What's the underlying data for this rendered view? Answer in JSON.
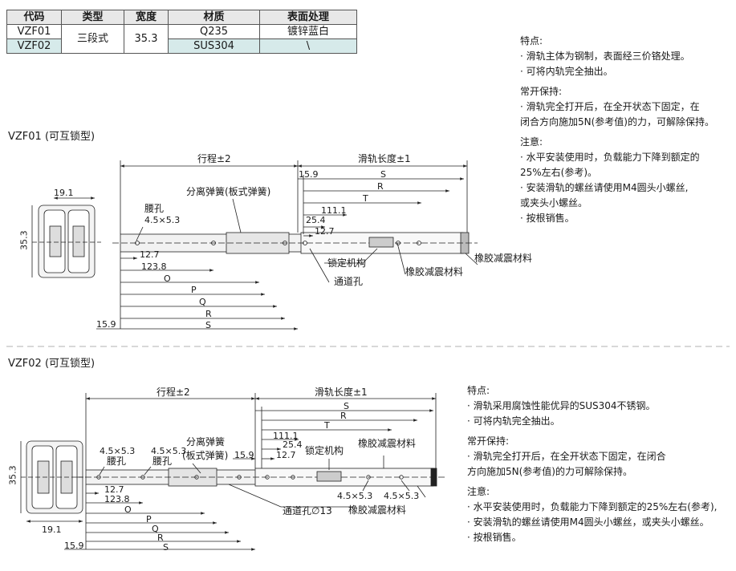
{
  "table": {
    "headers": [
      "代码",
      "类型",
      "宽度",
      "材质",
      "表面处理"
    ],
    "rows": [
      {
        "code": "VZF01",
        "material": "Q235",
        "surface": "镀锌蓝白"
      },
      {
        "code": "VZF02",
        "material": "SUS304",
        "surface": "\\"
      }
    ],
    "type": "三段式",
    "width": "35.3"
  },
  "vzf01": {
    "title": "VZF01 (可互锁型)",
    "notes": [
      {
        "heading": "特点:",
        "items": [
          "· 滑轨主体为钢制，表面经三价铬处理。",
          "· 可将内轨完全抽出。"
        ]
      },
      {
        "heading": "常开保持:",
        "items": [
          "· 滑轨完全打开后，在全开状态下固定，在",
          "   闭合方向施加5N(参考值)的力，可解除保持。"
        ]
      },
      {
        "heading": "注意:",
        "items": [
          "· 水平安装使用时，负载能力下降到额定的",
          "   25%左右(参考)。",
          "· 安装滑轨的螺丝请使用M4圆头小螺丝,",
          "   或夹头小螺丝。",
          "· 按根销售。"
        ]
      }
    ],
    "labels": {
      "stroke": "行程±2",
      "rail_length": "滑轨长度±1",
      "sep_spring": "分离弹簧(板式弹簧)",
      "waist_hole": "腰孔",
      "waist_size": "4.5×5.3",
      "lock": "锁定机构",
      "through_hole": "通道孔",
      "rubber1": "橡胶减震材料",
      "rubber2": "橡胶减震材料",
      "d159": "15.9",
      "dS": "S",
      "dR": "R",
      "dT": "T",
      "d1111": "111.1",
      "d254": "25.4",
      "d127": "12.7",
      "b127": "12.7",
      "b1238": "123.8",
      "bO": "O",
      "bP": "P",
      "bQ": "Q",
      "bR": "R",
      "bS": "S",
      "b159": "15.9",
      "w191": "19.1",
      "h353": "35.3"
    }
  },
  "vzf02": {
    "title": "VZF02 (可互锁型)",
    "notes": [
      {
        "heading": "特点:",
        "items": [
          "· 滑轨采用腐蚀性能优异的SUS304不锈钢。",
          "· 可将内轨完全抽出。"
        ]
      },
      {
        "heading": "常开保持:",
        "items": [
          "· 滑轨完全打开后，在全开状态下固定，在闭合",
          "   方向施加5N(参考值)的力可解除保持。"
        ]
      },
      {
        "heading": "注意:",
        "items": [
          "· 水平安装使用时，负载能力下降到额定的25%左右(参考),",
          "· 安装滑轨的螺丝请使用M4圆头小螺丝，或夹头小螺丝。",
          "· 按根销售。"
        ]
      }
    ],
    "labels": {
      "stroke": "行程±2",
      "rail_length": "滑轨长度±1",
      "sep_spring1": "分离弹簧",
      "sep_spring2": "(板式弹簧)",
      "waist1": "腰孔",
      "waist2": "腰孔",
      "waist_size1": "4.5×5.3",
      "waist_size2": "4.5×5.3",
      "lock": "锁定机构",
      "rubber1": "橡胶减震材料",
      "rubber2": "橡胶减震材料",
      "through_hole": "通道孔∅13",
      "hs1": "4.5×5.3",
      "hs2": "4.5×5.3",
      "d159": "15.9",
      "dS": "S",
      "dR": "R",
      "dT": "T",
      "d1111": "111.1",
      "d254": "25.4",
      "d127": "12.7",
      "b127": "12.7",
      "b1238": "123.8",
      "bO": "O",
      "bP": "P",
      "bQ": "Q",
      "bR": "R",
      "bS": "S",
      "b159": "15.9",
      "w191": "19.1",
      "h353": "35.3"
    }
  }
}
